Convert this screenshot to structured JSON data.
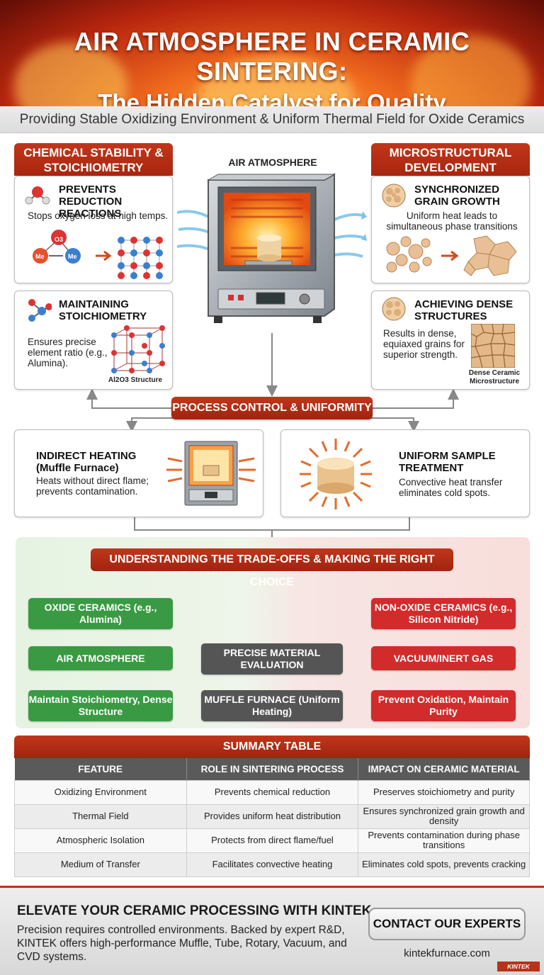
{
  "header": {
    "title_line1": "AIR ATMOSPHERE IN CERAMIC SINTERING:",
    "title_line2": "The Hidden Catalyst for Quality",
    "subtitle": "Providing Stable Oxidizing Environment & Uniform Thermal Field for Oxide Ceramics"
  },
  "left_section": {
    "header": "CHEMICAL STABILITY & STOICHIOMETRY",
    "card1": {
      "title": "PREVENTS REDUCTION REACTIONS",
      "text": "Stops oxygen loss at high temps.",
      "molecule_o3": "O3",
      "molecule_me_left": "Me",
      "molecule_me_right": "Me"
    },
    "card2": {
      "title": "MAINTAINING STOICHIOMETRY",
      "text": "Ensures precise element ratio (e.g., Alumina).",
      "caption": "Al2O3 Structure"
    }
  },
  "center": {
    "label": "AIR ATMOSPHERE"
  },
  "right_section": {
    "header": "MICROSTRUCTURAL DEVELOPMENT",
    "card1": {
      "title": "SYNCHRONIZED GRAIN GROWTH",
      "text": "Uniform heat leads to simultaneous phase transitions"
    },
    "card2": {
      "title": "ACHIEVING DENSE STRUCTURES",
      "text": "Results in dense, equiaxed grains for superior strength.",
      "caption": "Dense Ceramic Microstructure"
    }
  },
  "process": {
    "title": "PROCESS CONTROL & UNIFORMITY",
    "left": {
      "title": "INDIRECT HEATING (Muffle Furnace)",
      "text": "Heats without direct flame; prevents contamination."
    },
    "right": {
      "title": "UNIFORM SAMPLE TREATMENT",
      "text": "Convective heat transfer eliminates cold spots."
    }
  },
  "tradeoffs": {
    "title": "UNDERSTANDING THE TRADE-OFFS & MAKING THE RIGHT CHOICE",
    "oxide": "OXIDE CERAMICS (e.g., Alumina)",
    "non_oxide": "NON-OXIDE CERAMICS (e.g., Silicon Nitride)",
    "air": "AIR ATMOSPHERE",
    "evaluation": "PRECISE MATERIAL EVALUATION",
    "vacuum": "VACUUM/INERT GAS",
    "maintain": "Maintain Stoichiometry, Dense Structure",
    "muffle": "MUFFLE FURNACE (Uniform Heating)",
    "prevent": "Prevent Oxidation, Maintain Purity"
  },
  "summary": {
    "title": "SUMMARY TABLE",
    "columns": [
      "FEATURE",
      "ROLE IN SINTERING PROCESS",
      "IMPACT ON CERAMIC MATERIAL"
    ],
    "rows": [
      [
        "Oxidizing Environment",
        "Prevents chemical reduction",
        "Preserves stoichiometry and purity"
      ],
      [
        "Thermal Field",
        "Provides uniform heat distribution",
        "Ensures synchronized grain growth and density"
      ],
      [
        "Atmospheric Isolation",
        "Protects from direct flame/fuel",
        "Prevents contamination during phase transitions"
      ],
      [
        "Medium of Transfer",
        "Facilitates convective heating",
        "Eliminates cold spots, prevents cracking"
      ]
    ]
  },
  "footer": {
    "title": "ELEVATE YOUR CERAMIC PROCESSING WITH KINTEK.",
    "text": "Precision requires controlled environments. Backed by expert R&D, KINTEK offers high-performance Muffle, Tube, Rotary, Vacuum, and CVD systems.",
    "cta": "CONTACT OUR EXPERTS",
    "site": "kintekfurnace.com",
    "brand": "KINTEK"
  },
  "colors": {
    "accent_red": "#b8321a",
    "green": "#3a9a43",
    "red": "#d22b2b",
    "dark": "#555555"
  }
}
